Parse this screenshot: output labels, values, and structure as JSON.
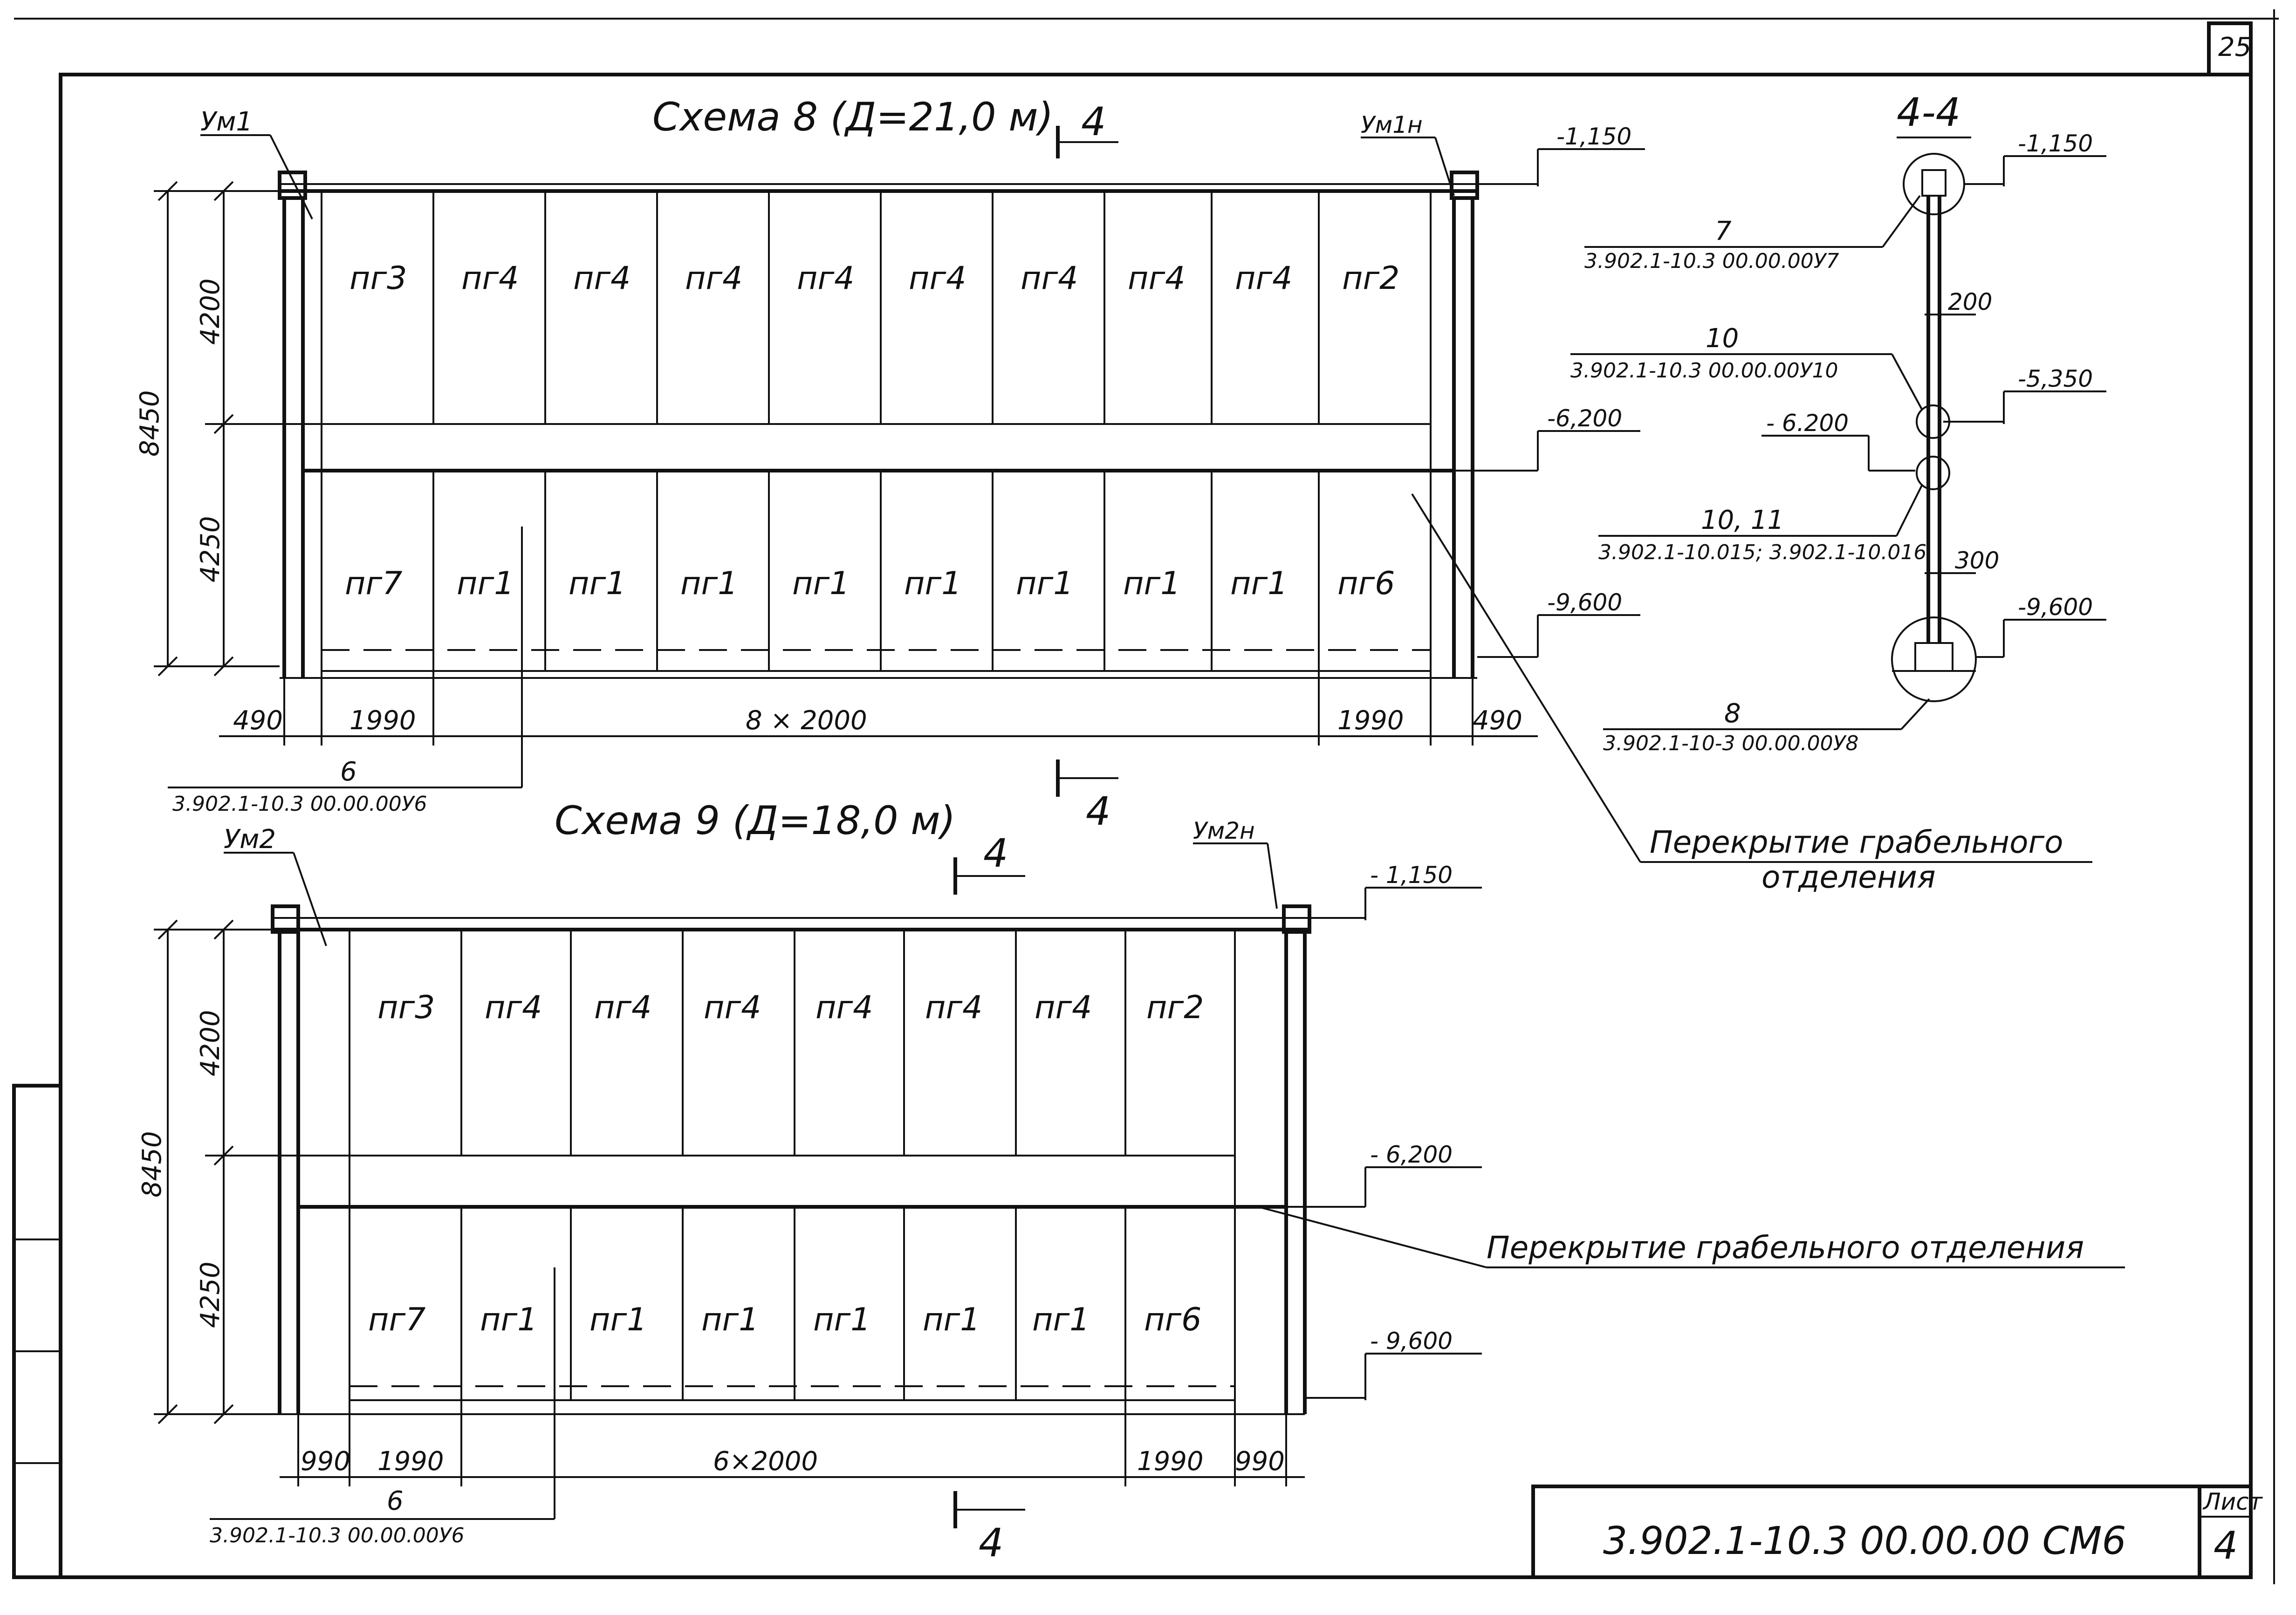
{
  "sheet_number": "25",
  "scheme8": {
    "title": "Схема 8 (Д=21,0 м)",
    "column_left": "Ум1",
    "column_right": "Ум1н",
    "top_panels": [
      "пг3",
      "пг4",
      "пг4",
      "пг4",
      "пг4",
      "пг4",
      "пг4",
      "пг4",
      "пг4",
      "пг2"
    ],
    "bottom_panels": [
      "пг7",
      "пг1",
      "пг1",
      "пг1",
      "пг1",
      "пг1",
      "пг1",
      "пг1",
      "пг1",
      "пг6"
    ],
    "dim_total": "8450",
    "dim_upper": "4200",
    "dim_lower": "4250",
    "dims_bottom": [
      "490",
      "1990",
      "8 × 2000",
      "1990",
      "490"
    ],
    "levels": [
      "-1,150",
      "-6,200",
      "-9,600"
    ],
    "ref_number": "6",
    "ref_code": "3.902.1-10.3 00.00.00У6",
    "note": "Перекрытие грабельного",
    "note2": "отделения",
    "section_mark": "4"
  },
  "scheme9": {
    "title": "Схема 9 (Д=18,0 м)",
    "column_left": "Ум2",
    "column_right": "Ум2н",
    "top_panels": [
      "пг3",
      "пг4",
      "пг4",
      "пг4",
      "пг4",
      "пг4",
      "пг4",
      "пг2"
    ],
    "bottom_panels": [
      "пг7",
      "пг1",
      "пг1",
      "пг1",
      "пг1",
      "пг1",
      "пг1",
      "пг6"
    ],
    "dim_total": "8450",
    "dim_upper": "4200",
    "dim_lower": "4250",
    "dims_bottom": [
      "990",
      "1990",
      "6×2000",
      "1990",
      "990"
    ],
    "levels": [
      "- 1,150",
      "- 6,200",
      "- 9,600"
    ],
    "ref_number": "6",
    "ref_code": "3.902.1-10.3 00.00.00У6",
    "note": "Перекрытие грабельного отделения",
    "section_mark": "4"
  },
  "section44": {
    "title": "4-4",
    "levels": [
      "-1,150",
      "-5,350",
      "- 6.200",
      "-9,600"
    ],
    "dims": [
      "200",
      "300"
    ],
    "refs": [
      {
        "num": "7",
        "code": "3.902.1-10.3 00.00.00У7"
      },
      {
        "num": "10",
        "code": "3.902.1-10.3 00.00.00У10"
      },
      {
        "num": "10, 11",
        "code": "3.902.1-10.015; 3.902.1-10.016"
      },
      {
        "num": "8",
        "code": "3.902.1-10-3 00.00.00У8"
      }
    ]
  },
  "title_block": {
    "code": "3.902.1-10.3 00.00.00 СМ6",
    "sheet_label": "Лист",
    "sheet_value": "4"
  }
}
